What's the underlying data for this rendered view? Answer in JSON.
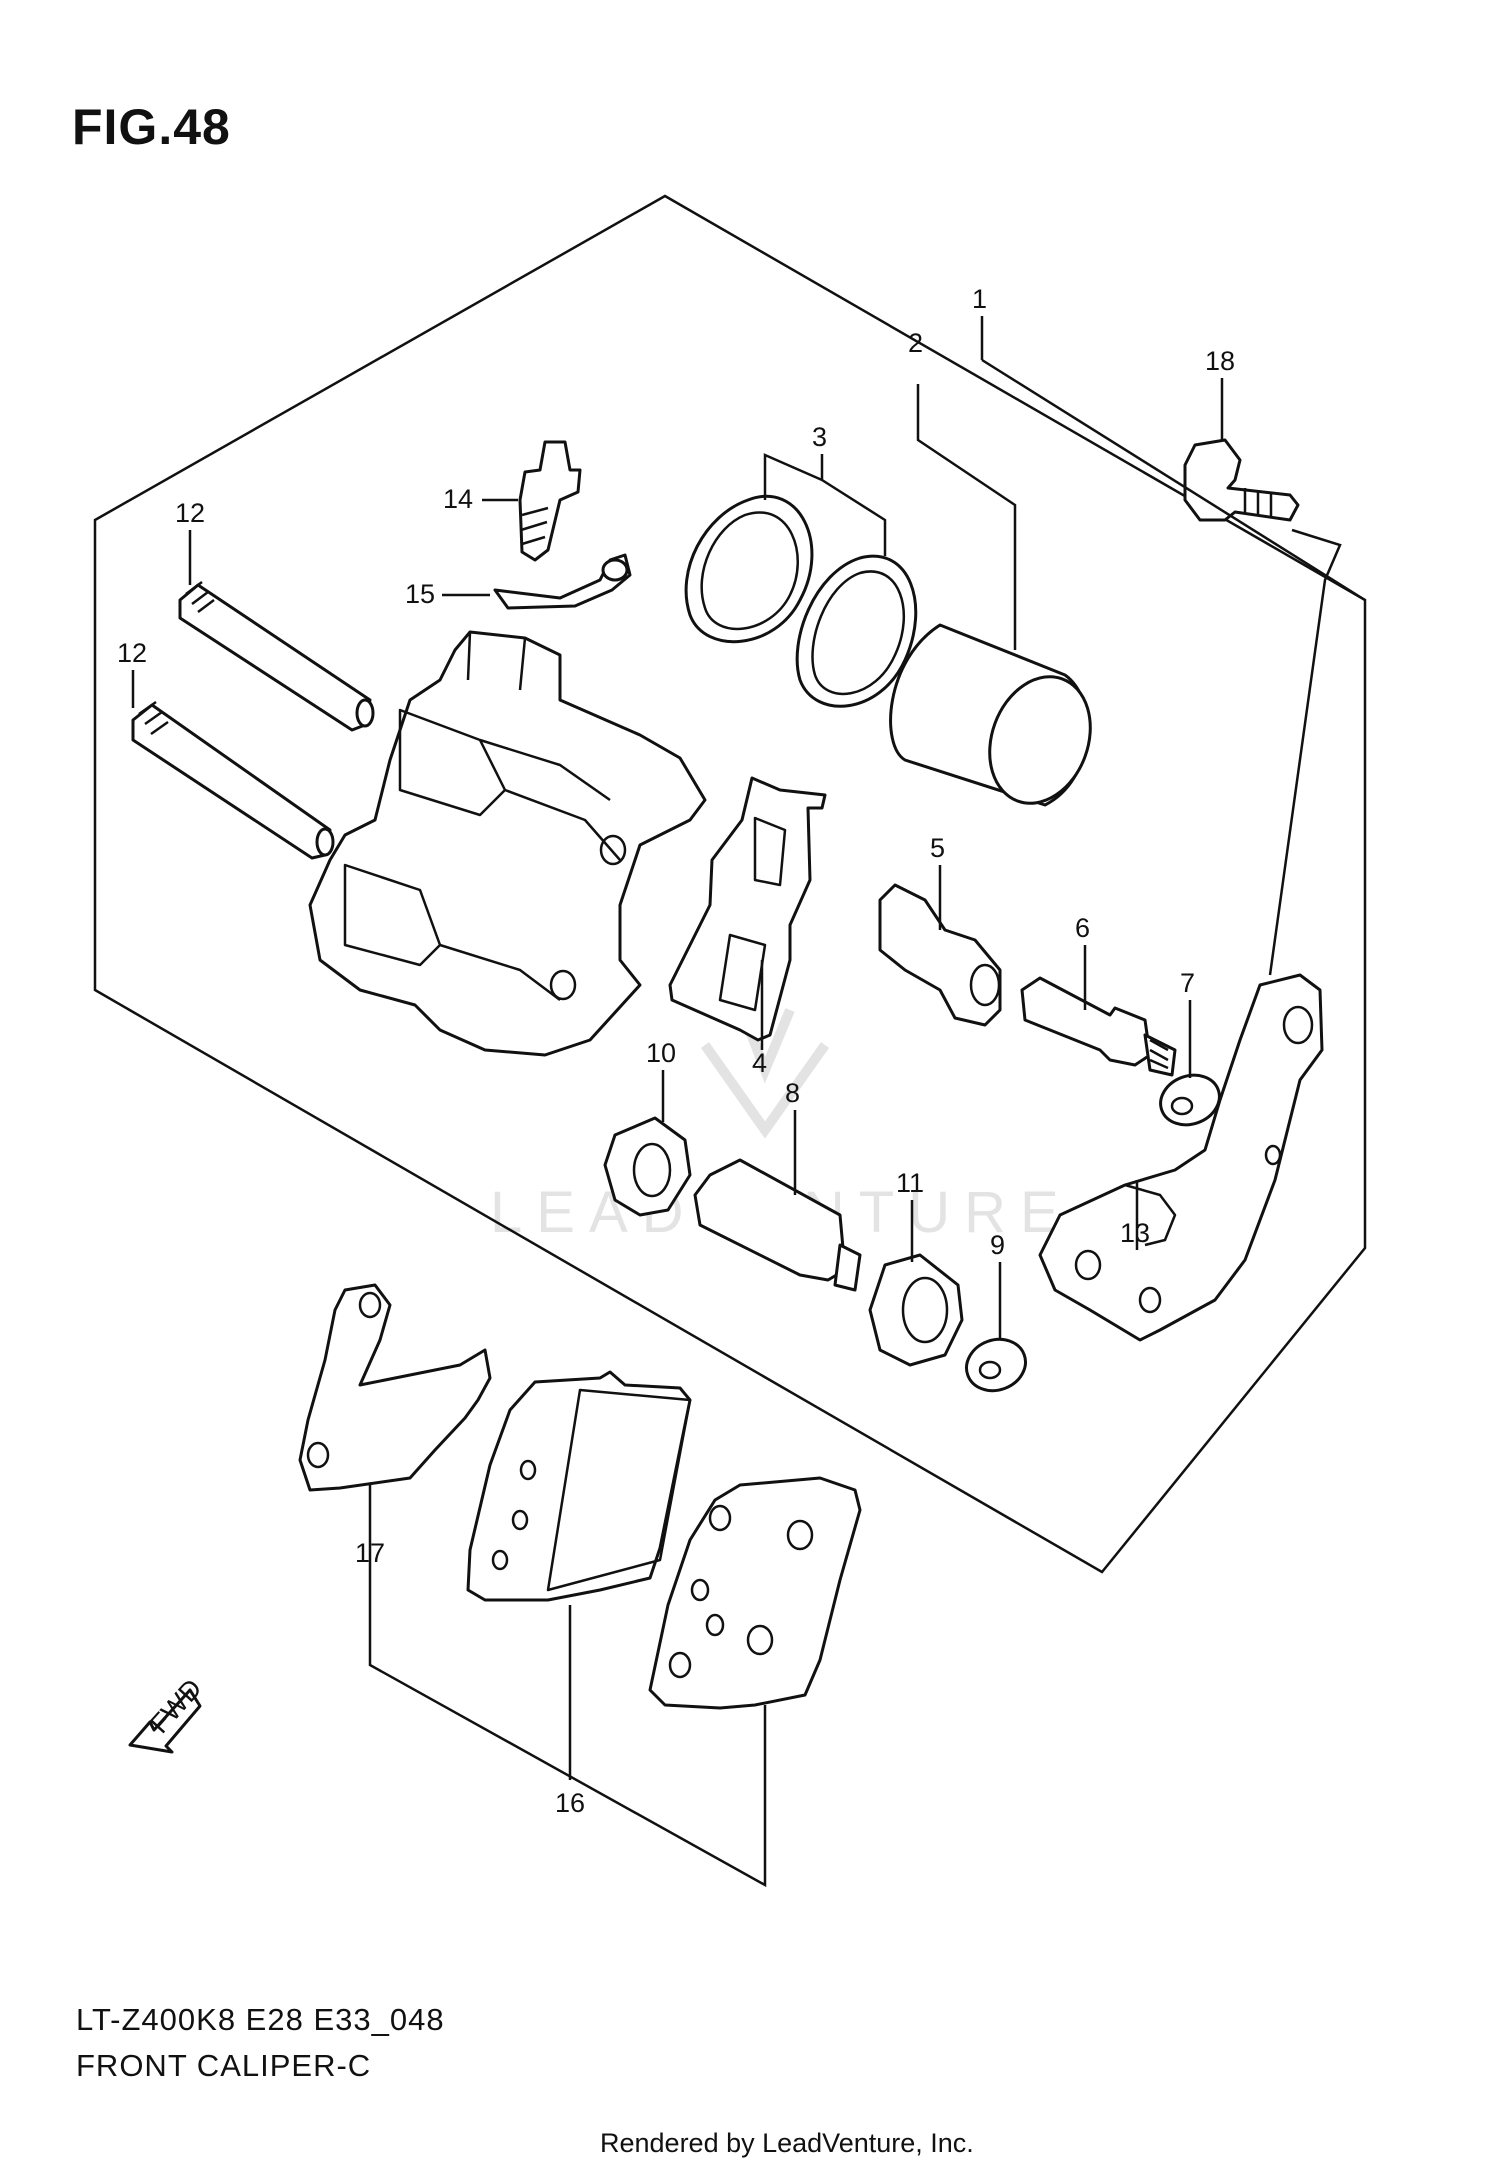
{
  "figure": {
    "title": "FIG.48",
    "model_code": "LT-Z400K8 E28 E33_048",
    "name": "FRONT CALIPER-C",
    "credit": "Rendered by LeadVenture, Inc.",
    "watermark": "LEADVENTURE"
  },
  "callouts": {
    "c1": "1",
    "c2": "2",
    "c3": "3",
    "c4": "4",
    "c5": "5",
    "c6": "6",
    "c7": "7",
    "c8": "8",
    "c9": "9",
    "c10": "10",
    "c11": "11",
    "c12a": "12",
    "c12b": "12",
    "c13": "13",
    "c14": "14",
    "c15": "15",
    "c16": "16",
    "c17": "17",
    "c18": "18"
  },
  "fwd_label": "FWD",
  "icons": [
    "front-direction-arrow-icon",
    "leadventure-logo-watermark"
  ]
}
